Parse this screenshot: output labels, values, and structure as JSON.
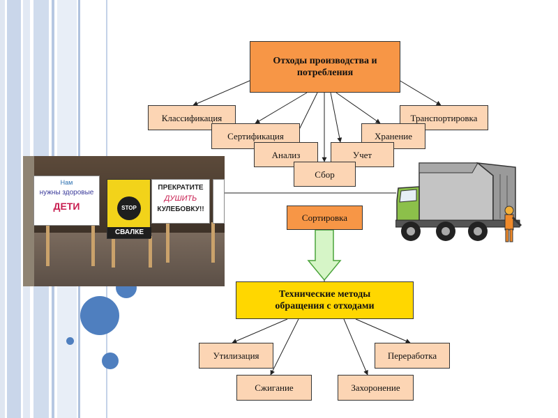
{
  "diagram": {
    "top_node": "Отходы производства и потребления",
    "branches": [
      "Классификация",
      "Сертификация",
      "Анализ",
      "Сбор",
      "Учет",
      "Хранение",
      "Транспортировка"
    ],
    "sorting": "Сортировка",
    "methods_node": "Технические методы обращения с отходами",
    "methods": [
      "Утилизация",
      "Переработка",
      "Сжигание",
      "Захоронение"
    ]
  },
  "photo_signs": {
    "sign1_line1": "Нам",
    "sign1_line2": "нужны здоровые",
    "sign1_line3": "ДЕТИ",
    "sign2_stop": "STOP",
    "sign2_text": "СВАЛКЕ",
    "sign3_line1": "ПРЕКРАТИТЕ",
    "sign3_line2": "ДУШИТЬ",
    "sign3_line3": "КУЛЕБОВКУ!!"
  },
  "colors": {
    "top_node": "#f79646",
    "branch_boxes": "#fcd5b4",
    "methods_node": "#ffd700",
    "decor_dots": "#4f7fbf"
  }
}
